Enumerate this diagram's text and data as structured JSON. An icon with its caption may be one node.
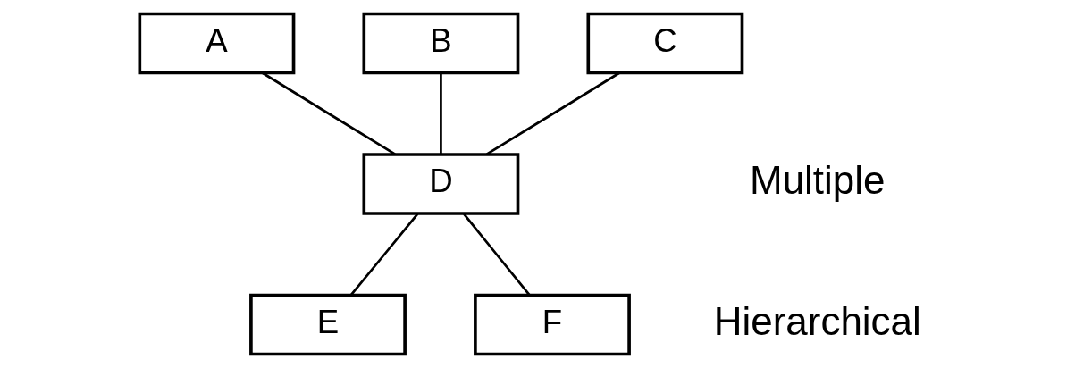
{
  "diagram": {
    "nodes": [
      {
        "text": [
          "A"
        ]
      },
      {
        "text": [
          "B"
        ]
      },
      {
        "text": [
          "C"
        ]
      },
      {
        "text": [
          "D"
        ]
      },
      {
        "text": [
          "E"
        ]
      },
      {
        "text": [
          "F"
        ]
      }
    ],
    "edges": [
      {
        "from": 0,
        "to": 3,
        "arrow": "none"
      },
      {
        "from": 1,
        "to": 3,
        "arrow": "none"
      },
      {
        "from": 2,
        "to": 3,
        "arrow": "none"
      },
      {
        "from": 3,
        "to": 4,
        "arrow": "none"
      },
      {
        "from": 3,
        "to": 5,
        "arrow": "none"
      }
    ],
    "labels": [
      "Multiple",
      "Hierarchical"
    ]
  }
}
